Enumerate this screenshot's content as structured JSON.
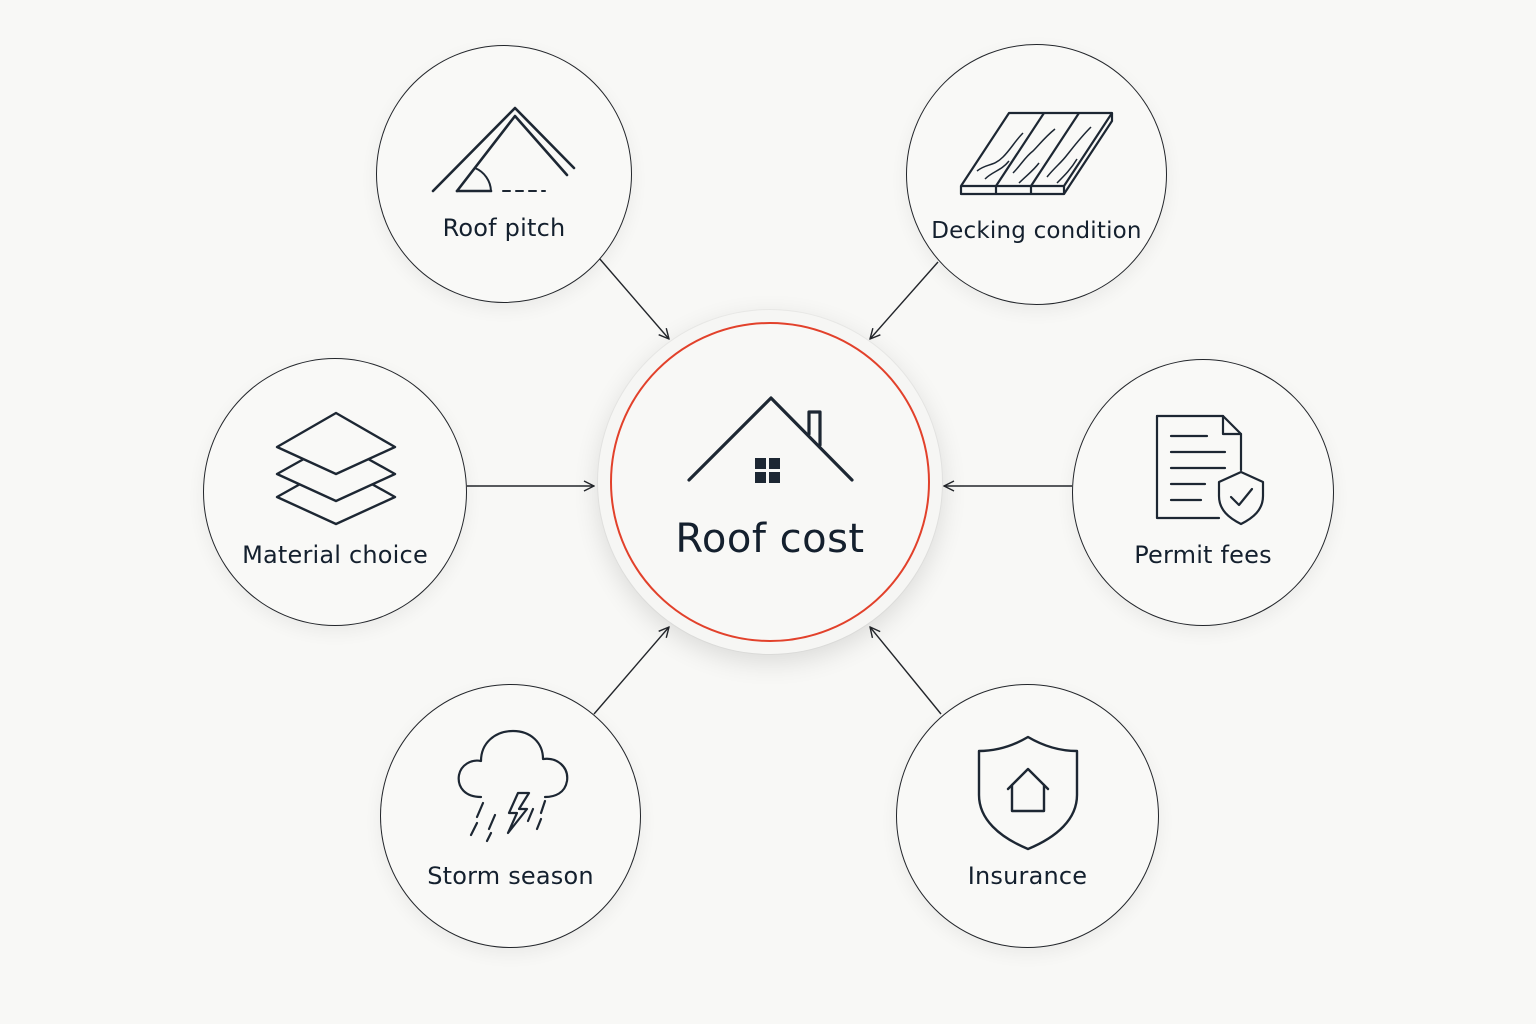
{
  "diagram": {
    "center": {
      "label": "Roof cost",
      "icon": "house-icon",
      "accent_color": "#e2412b"
    },
    "factors": [
      {
        "id": "pitch",
        "label": "Roof pitch",
        "icon": "roof-pitch-icon"
      },
      {
        "id": "decking",
        "label": "Decking condition",
        "icon": "wood-planks-icon"
      },
      {
        "id": "material",
        "label": "Material choice",
        "icon": "layers-icon"
      },
      {
        "id": "permit",
        "label": "Permit fees",
        "icon": "permit-document-icon"
      },
      {
        "id": "storm",
        "label": "Storm season",
        "icon": "storm-cloud-icon"
      },
      {
        "id": "insurance",
        "label": "Insurance",
        "icon": "shield-house-icon"
      }
    ],
    "line_color": "#23262b"
  }
}
